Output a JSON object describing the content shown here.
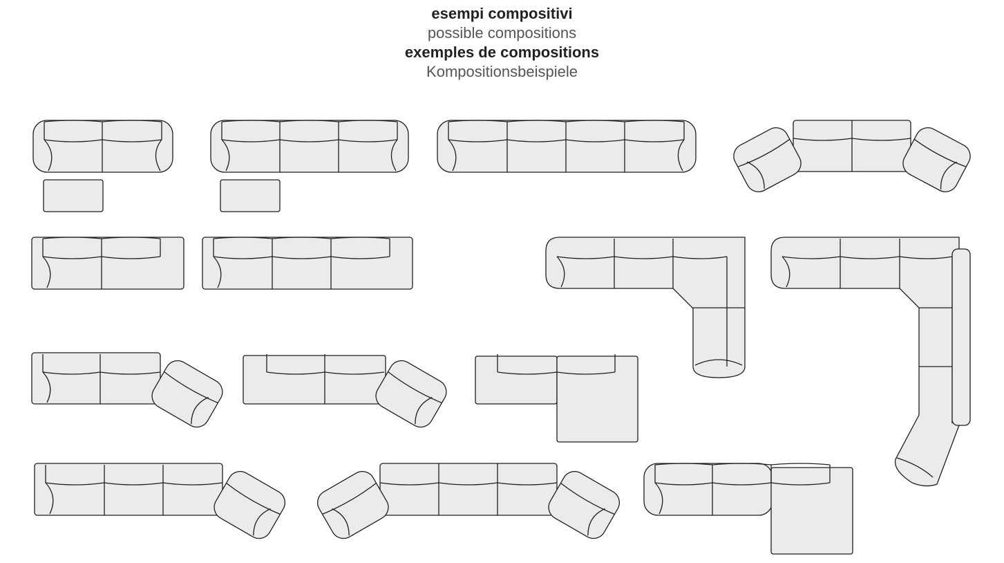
{
  "titles": {
    "it": "esempi compositivi",
    "en": "possible compositions",
    "fr": "exemples de compositions",
    "de": "Kompositionsbeispiele"
  },
  "colors": {
    "fill": "#ebebec",
    "stroke": "#1e1e1e"
  }
}
